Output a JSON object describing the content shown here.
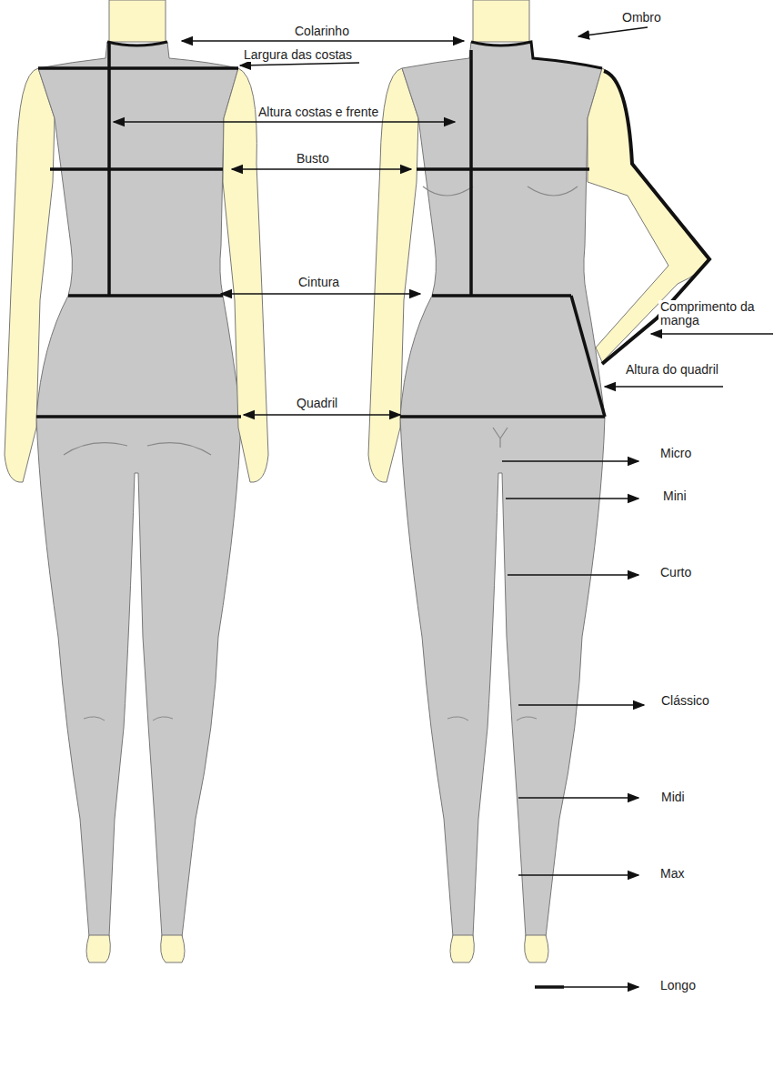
{
  "diagram": {
    "labels": [
      "Colarinho",
      "Largura das costas",
      "Altura costas e frente",
      "Busto",
      "Cintura",
      "Quadril",
      "Ombro",
      "Comprimento da manga",
      "Altura do quadril",
      "Micro",
      "Mini",
      "Curto",
      "Clássico",
      "Midi",
      "Max",
      "Longo"
    ]
  }
}
